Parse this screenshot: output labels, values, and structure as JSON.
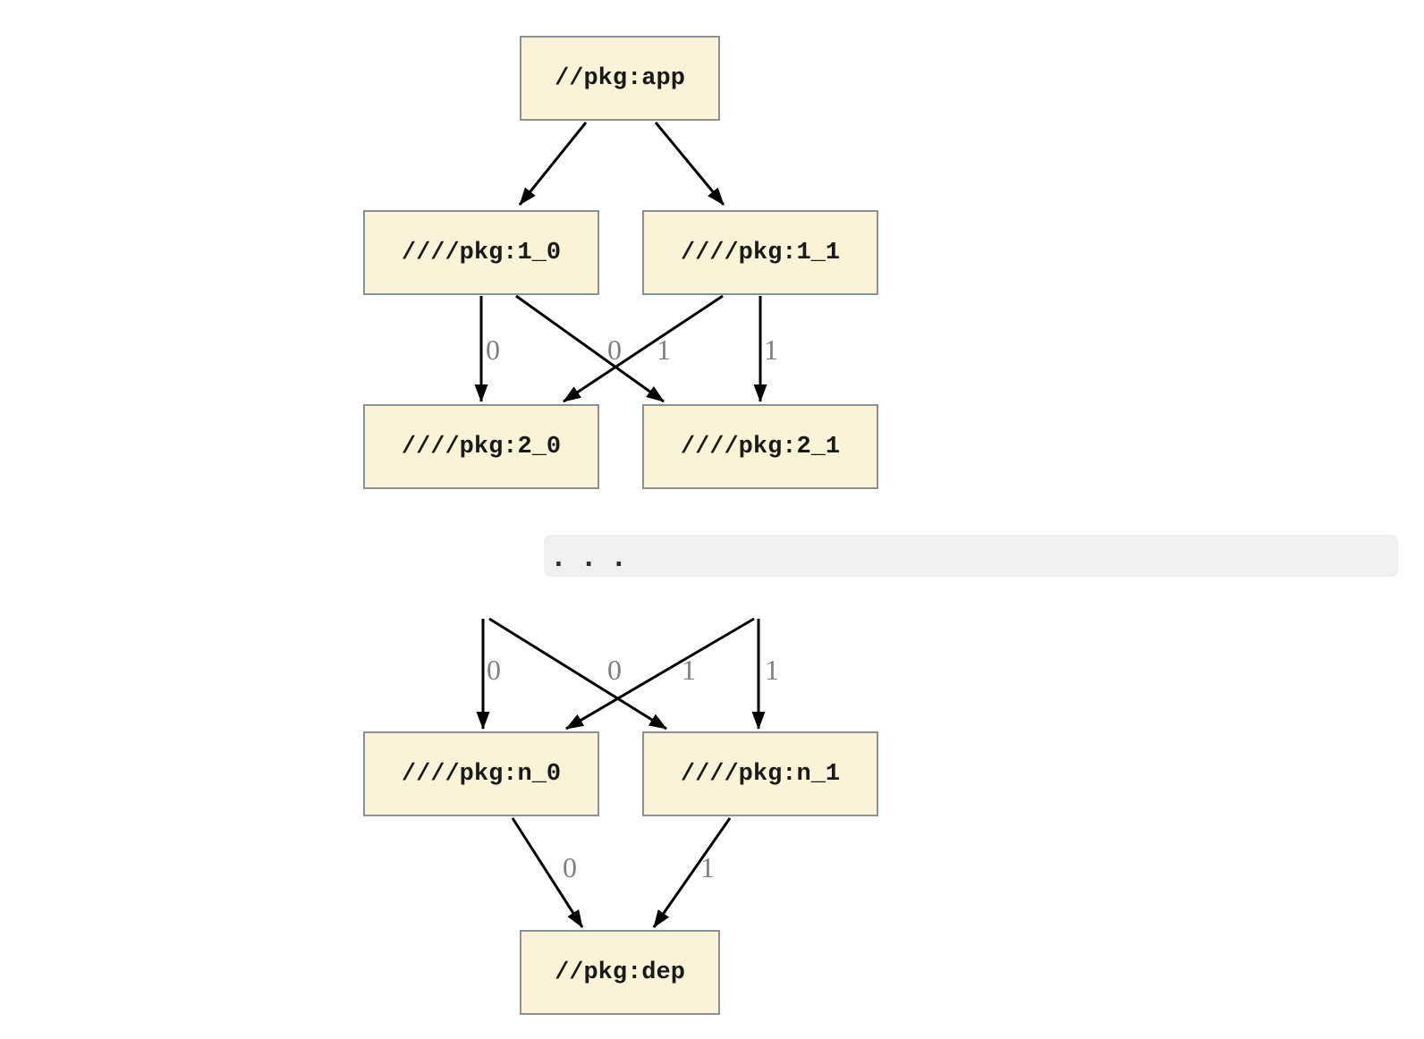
{
  "diagram": {
    "nodes": {
      "app": "//pkg:app",
      "n1_0": "////pkg:1_0",
      "n1_1": "////pkg:1_1",
      "n2_0": "////pkg:2_0",
      "n2_1": "////pkg:2_1",
      "nn_0": "////pkg:n_0",
      "nn_1": "////pkg:n_1",
      "dep": "//pkg:dep"
    },
    "ellipsis": ". . .",
    "edge_labels": {
      "n1_0_to_n2_0": "0",
      "n1_0_to_n2_1": "1",
      "n1_1_to_n2_0": "0",
      "n1_1_to_n2_1": "1",
      "hidden0_to_nn_0": "0",
      "hidden0_to_nn_1": "1",
      "hidden1_to_nn_0": "0",
      "hidden1_to_nn_1": "1",
      "nn_0_to_dep": "0",
      "nn_1_to_dep": "1"
    },
    "colors": {
      "node_fill": "#fbf3d8",
      "node_border": "#8b9297",
      "edge": "#000000",
      "edge_label": "#7f7f7f",
      "ellipsis_band": "#f0f0f0",
      "background": "#ffffff"
    }
  }
}
